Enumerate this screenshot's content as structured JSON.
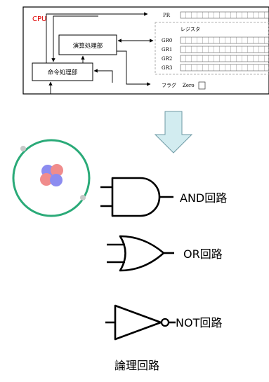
{
  "cpu": {
    "label": "CPU",
    "label_color": "#e00000",
    "alu_label": "演算処理部",
    "control_label": "命令処理部",
    "pr_label": "PR",
    "register_group_label": "レジスタ",
    "registers": [
      "GR0",
      "GR1",
      "GR2",
      "GR3"
    ],
    "flag_label": "フラグ",
    "zero_label": "Zero"
  },
  "arrow": {
    "fill": "#d2ecf0",
    "stroke": "#6e9aa5"
  },
  "atom": {
    "orbit_color": "#2aaa78",
    "proton_color": "#f08c8c",
    "neutron_color": "#8c8cf0",
    "electron_color": "#c8c8c8"
  },
  "gates": {
    "and_label": "AND回路",
    "or_label": "OR回路",
    "not_label": "NOT回路"
  },
  "caption": "論理回路"
}
